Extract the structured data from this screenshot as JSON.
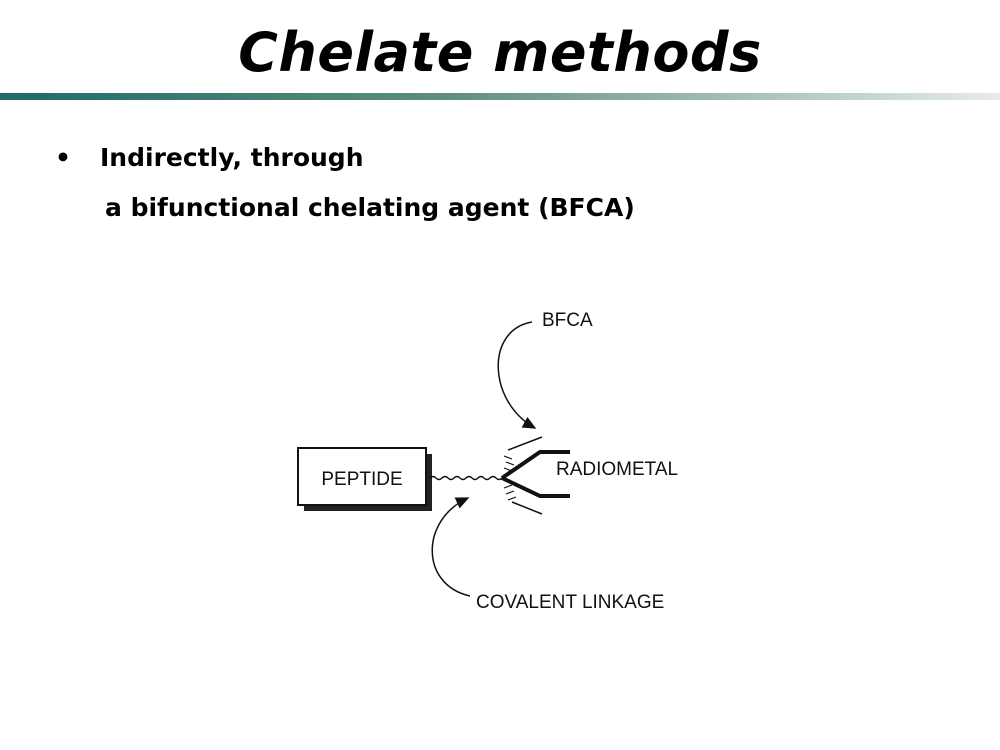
{
  "slide": {
    "title": "Chelate methods",
    "bullet_symbol": "•",
    "bullets": [
      {
        "line1": "Indirectly, through",
        "line2": "a bifunctional chelating agent (BFCA)"
      }
    ]
  },
  "diagram": {
    "labels": {
      "peptide": "PEPTIDE",
      "bfca": "BFCA",
      "radiometal": "RADIOMETAL",
      "covalent_linkage": "COVALENT LINKAGE"
    }
  },
  "colors": {
    "accent_dark": "#1f6b66",
    "accent_light": "#e6ece6"
  }
}
